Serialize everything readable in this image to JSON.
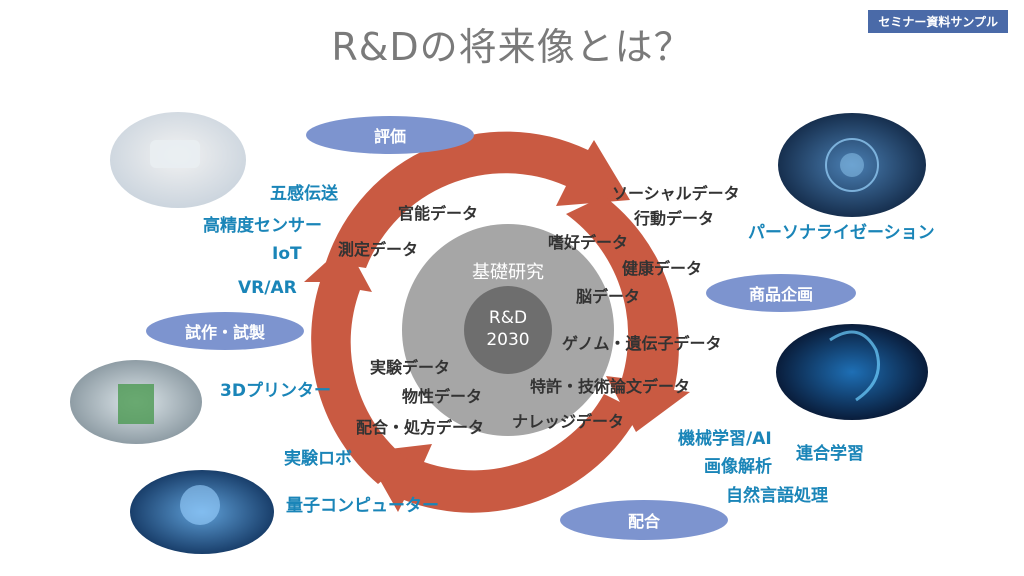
{
  "title": "R&Dの将来像とは？",
  "badge": "セミナー資料サンプル",
  "center": {
    "outer": "基礎研究",
    "inner_line1": "R&D",
    "inner_line2": "2030"
  },
  "stages": {
    "evaluation": "評価",
    "product_planning": "商品企画",
    "blending": "配合",
    "prototyping": "試作・試製"
  },
  "data_items": {
    "sensory": "官能データ",
    "measurement": "測定データ",
    "preference": "嗜好データ",
    "health": "健康データ",
    "brain": "脳データ",
    "genome": "ゲノム・遺伝子データ",
    "patent": "特許・技術論文データ",
    "knowledge": "ナレッジデータ",
    "experiment": "実験データ",
    "physical": "物性データ",
    "formulation": "配合・処方データ",
    "social": "ソーシャルデータ",
    "behavior": "行動データ"
  },
  "tech": {
    "five_senses": "五感伝送",
    "precision_sensor": "高精度センサー",
    "iot": "IoT",
    "vr_ar": "VR/AR",
    "printer_3d": "3Dプリンター",
    "robot": "実験ロボ",
    "quantum": "量子コンピューター",
    "personalization": "パーソナライゼーション",
    "ml_ai": "機械学習/AI",
    "image_analysis": "画像解析",
    "federated": "連合学習",
    "nlp": "自然言語処理"
  },
  "colors": {
    "arrow": "#c95a42",
    "pill": "#7d94cf",
    "accent_text": "#1a85b8",
    "badge": "#4a6aa8"
  }
}
